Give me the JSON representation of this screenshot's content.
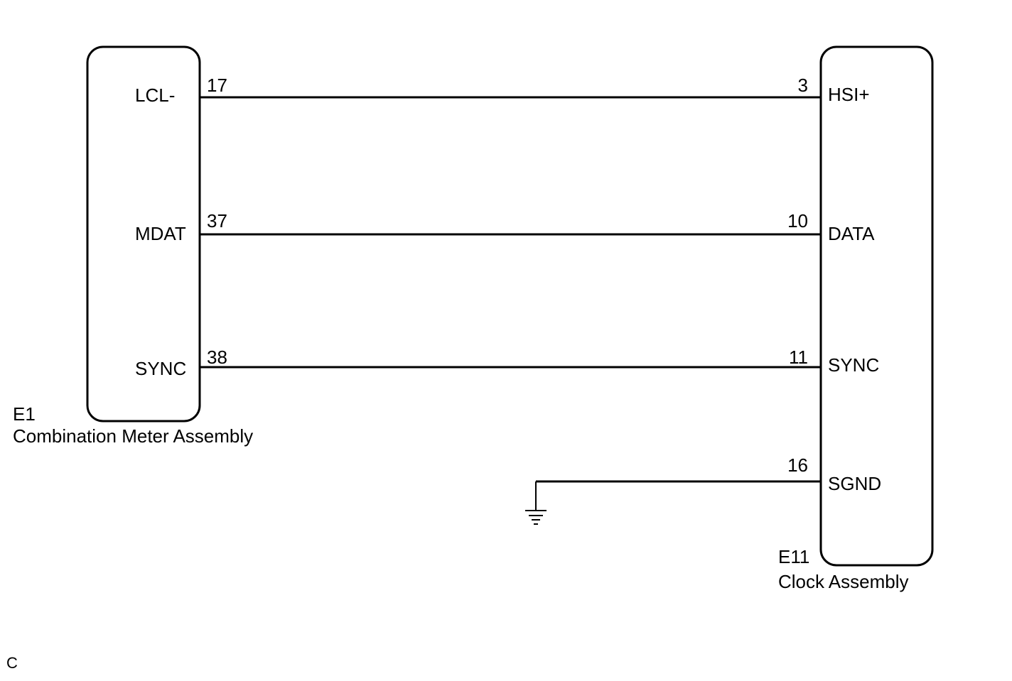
{
  "left_connector": {
    "code": "E1",
    "name": "Combination Meter Assembly",
    "pins": [
      {
        "number": "17",
        "signal": "LCL-"
      },
      {
        "number": "37",
        "signal": "MDAT"
      },
      {
        "number": "38",
        "signal": "SYNC"
      }
    ]
  },
  "right_connector": {
    "code": "E11",
    "name": "Clock Assembly",
    "pins": [
      {
        "number": "3",
        "signal": "HSI+"
      },
      {
        "number": "10",
        "signal": "DATA"
      },
      {
        "number": "11",
        "signal": "SYNC"
      },
      {
        "number": "16",
        "signal": "SGND"
      }
    ]
  },
  "ground": {
    "icon": "ground-icon"
  },
  "footer_code": "C",
  "colors": {
    "line": "#000000",
    "background": "#ffffff"
  }
}
